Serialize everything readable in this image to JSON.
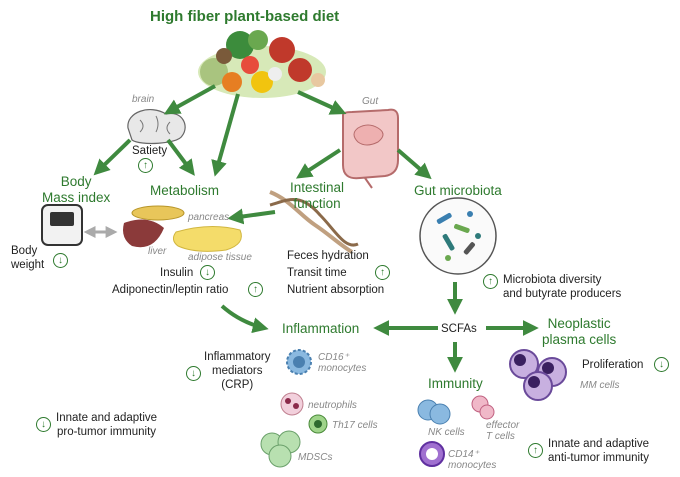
{
  "title": "High fiber plant-based diet",
  "brain_label": "brain",
  "gut_label": "Gut",
  "satiety": "Satiety",
  "body_mass_index": "Body\nMass index",
  "body_weight": "Body\nweight",
  "metabolism": "Metabolism",
  "pancreas_label": "pancreas",
  "liver_label": "liver",
  "adipose_label": "adipose tissue",
  "insulin": "Insulin",
  "adiponectin": "Adiponectin/leptin ratio",
  "intestinal_function": "Intestinal\nfunction",
  "feces_hydration": "Feces hydration",
  "transit_time": "Transit time",
  "nutrient_absorption": "Nutrient absorption",
  "gut_microbiota": "Gut microbiota",
  "microbiota_diversity": "Microbiota diversity\nand butyrate producers",
  "scfas": "SCFAs",
  "inflammation": "Inflammation",
  "inflammatory_mediators": "Inflammatory\nmediators\n(CRP)",
  "cd16_monocytes": "CD16⁺\nmonocytes",
  "neutrophils": "neutrophils",
  "th17_cells": "Th17 cells",
  "mdscs": "MDSCs",
  "protumor_immunity": "Innate and adaptive\npro-tumor immunity",
  "neoplastic": "Neoplastic\nplasma cells",
  "proliferation": "Proliferation",
  "mm_cells": "MM cells",
  "immunity": "Immunity",
  "nk_cells": "NK cells",
  "effector_t_cells": "effector\nT cells",
  "cd14_monocytes": "CD14⁺\nmonocytes",
  "antitumor_immunity": "Innate and adaptive\nanti-tumor immunity",
  "up_glyph": "↑",
  "down_glyph": "↓",
  "colors": {
    "accent_green": "#2e7a2e",
    "arrow_green": "#3f8a3f",
    "gray_label": "#888888"
  }
}
